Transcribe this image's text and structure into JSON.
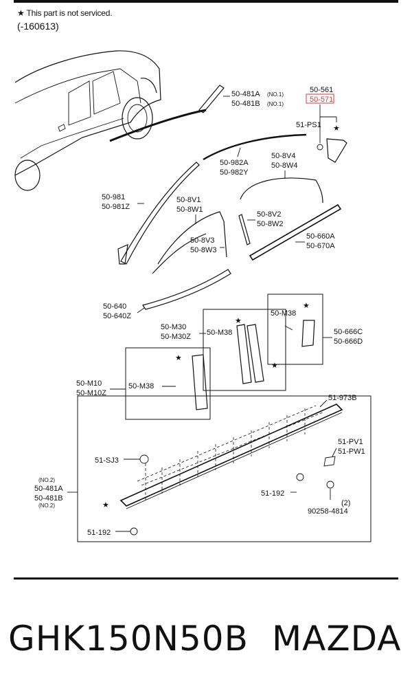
{
  "note": {
    "star": "★",
    "text": "This part is not serviced.",
    "code": "(-160613)"
  },
  "labels": {
    "l1a": "50-481A",
    "l1a_n": "(NO.1)",
    "l1b": "50-481B",
    "l1b_n": "(NO.1)",
    "l2a": "50-561",
    "l2b": "50-571",
    "l3": "51-PS1",
    "l4a": "50-982A",
    "l4b": "50-982Y",
    "l5a": "50-8V4",
    "l5b": "50-8W4",
    "l6a": "50-981",
    "l6b": "50-981Z",
    "l7a": "50-8V1",
    "l7b": "50-8W1",
    "l8a": "50-8V2",
    "l8b": "50-8W2",
    "l9a": "50-8V3",
    "l9b": "50-8W3",
    "l10a": "50-660A",
    "l10b": "50-670A",
    "l11a": "50-640",
    "l11b": "50-640Z",
    "l12": "50-M38",
    "l13a": "50-666C",
    "l13b": "50-666D",
    "l14a": "50-M30",
    "l14b": "50-M30Z",
    "l15": "50-M38",
    "l16a": "50-M10",
    "l16b": "50-M10Z",
    "l17": "50-M38",
    "l18": "51-973B",
    "l19": "51-SJ3",
    "l20a": "51-PV1",
    "l20b": "51-PW1",
    "l21n1": "(NO.2)",
    "l21a": "50-481A",
    "l21b": "50-481B",
    "l21n2": "(NO.2)",
    "l22": "51-192",
    "l23n": "(2)",
    "l23": "90258-4814",
    "l24": "51-192"
  },
  "footer": {
    "part_number": "GHK150N50B",
    "brand": "MAZDA"
  },
  "colors": {
    "highlight": "#d63a3a",
    "ink": "#111111"
  }
}
